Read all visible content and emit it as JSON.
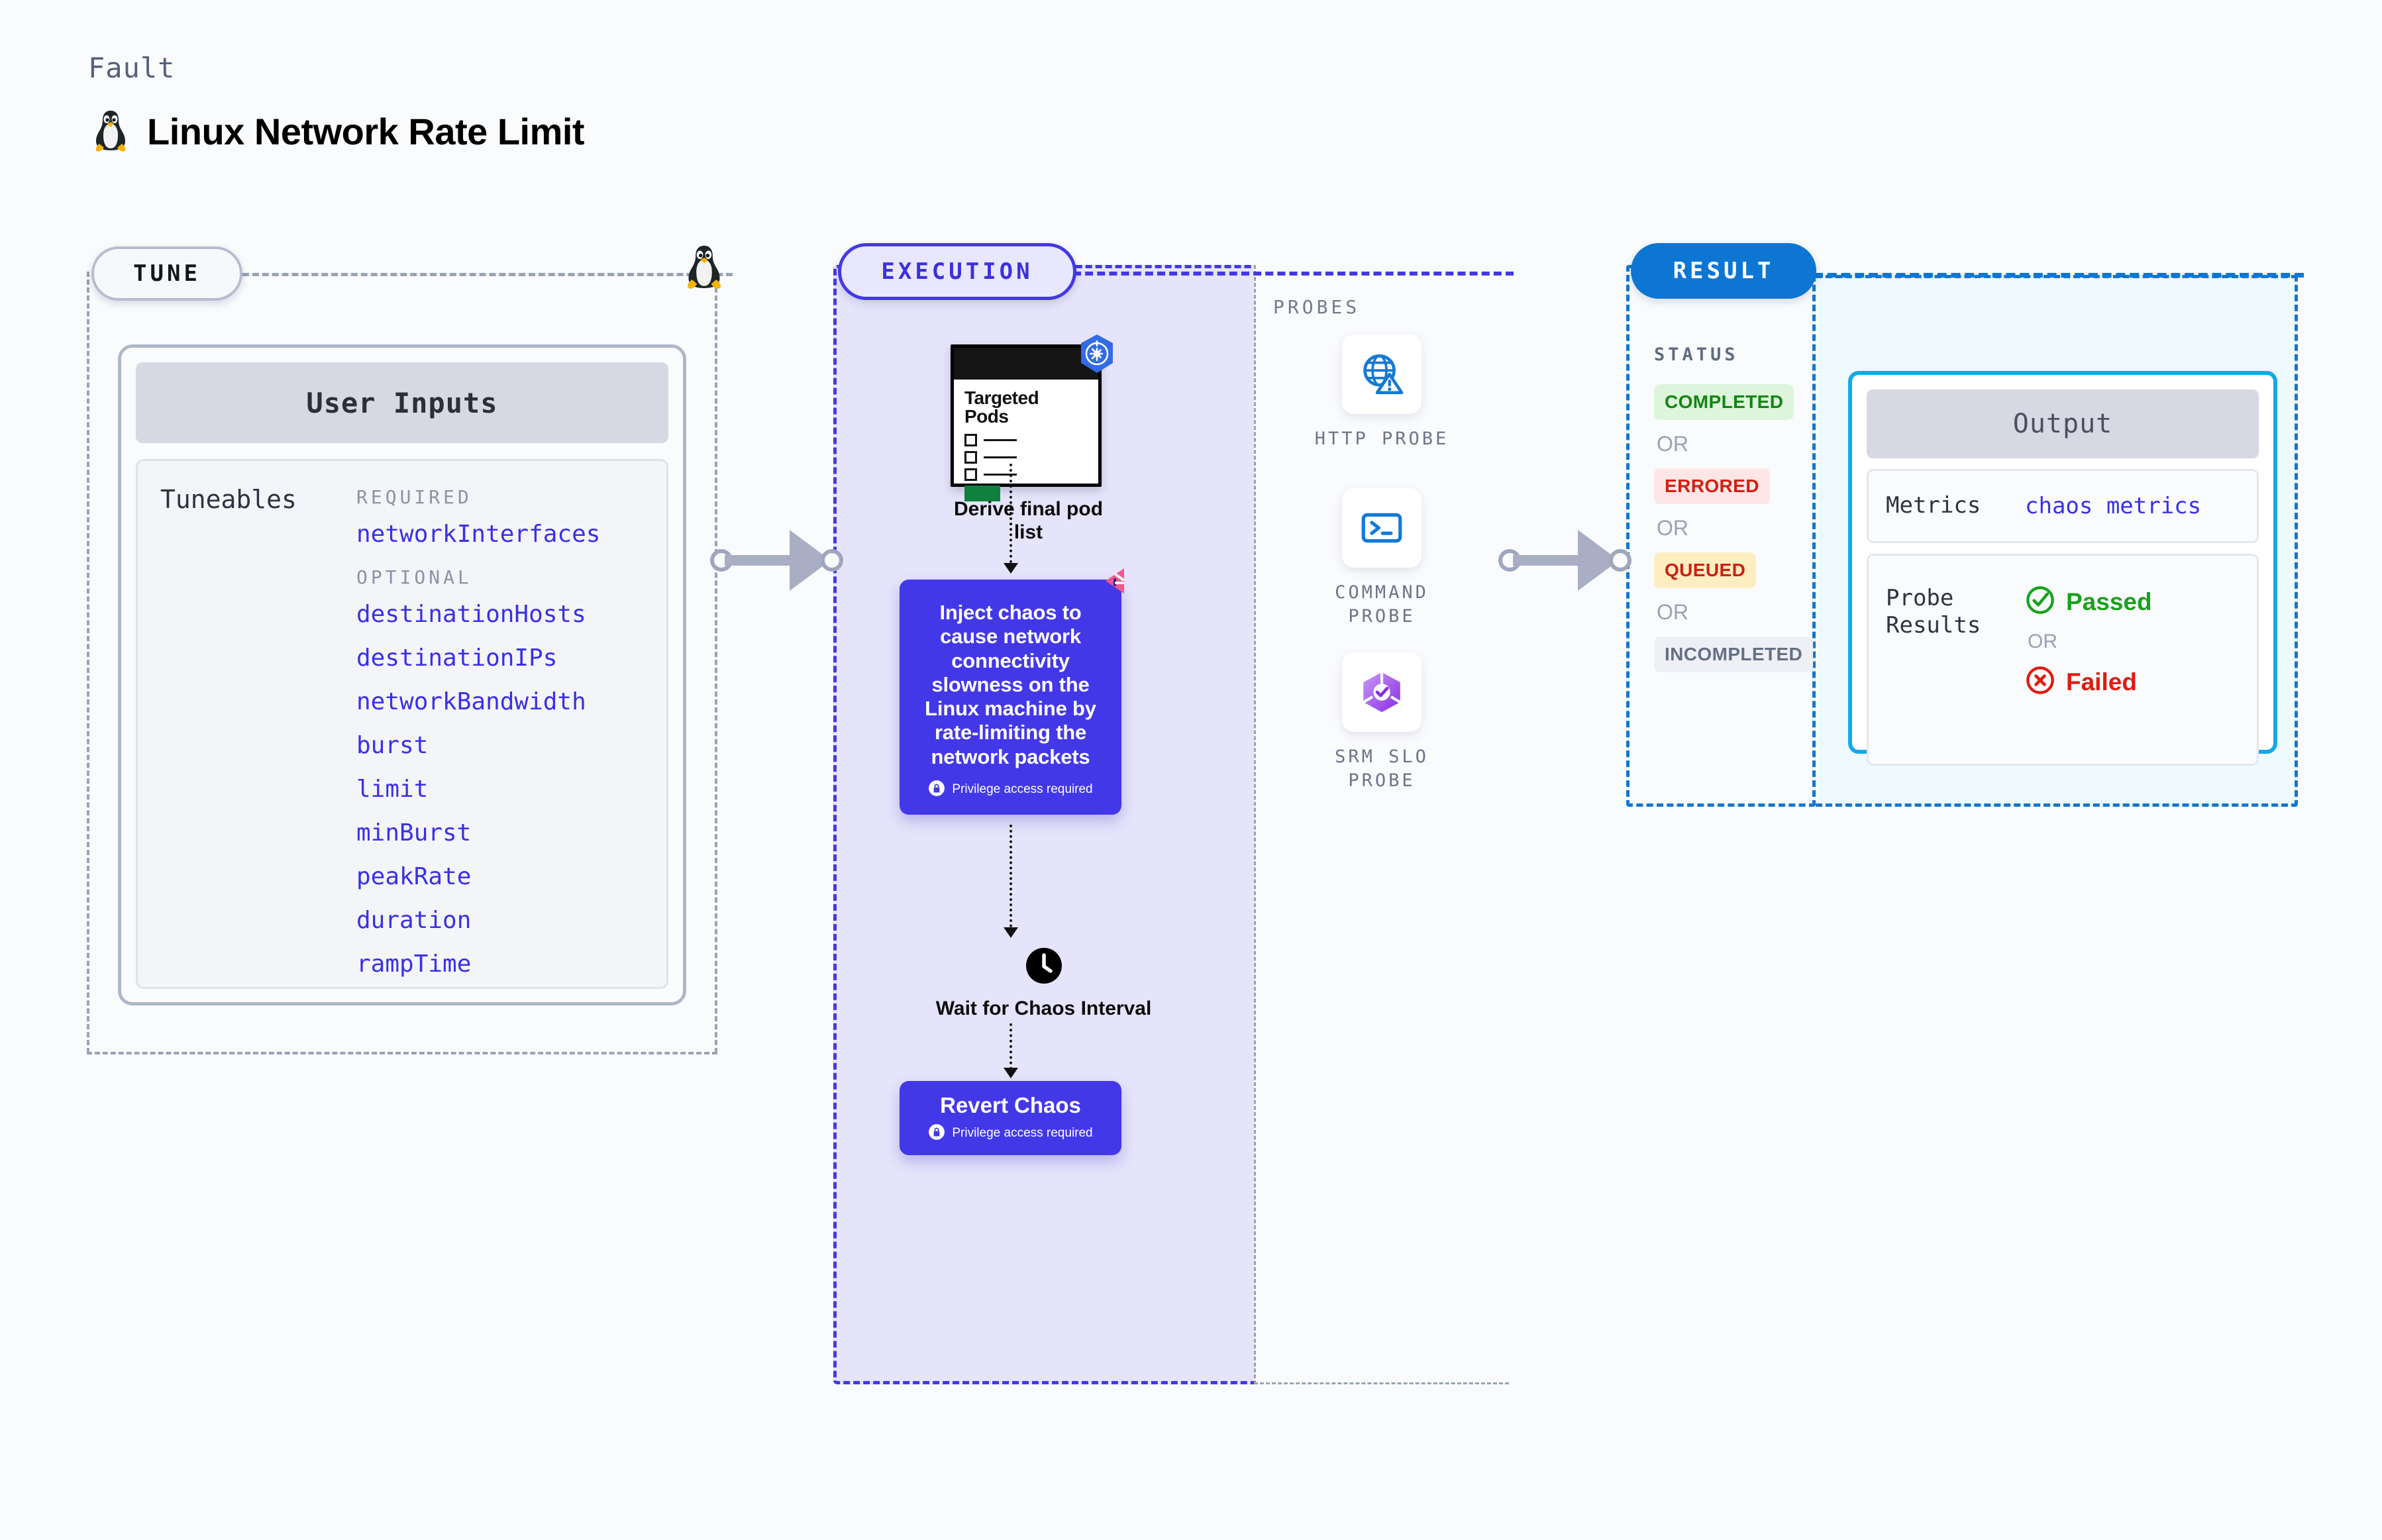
{
  "header": {
    "eyebrow": "Fault",
    "title": "Linux Network Rate Limit",
    "icon": "linux-tux-icon"
  },
  "stages": {
    "tune": {
      "label": "TUNE"
    },
    "execution": {
      "label": "EXECUTION"
    },
    "result": {
      "label": "RESULT"
    }
  },
  "tune": {
    "card_title": "User Inputs",
    "tuneables_label": "Tuneables",
    "groups": [
      {
        "title": "REQUIRED",
        "items": [
          "networkInterfaces"
        ]
      },
      {
        "title": "OPTIONAL",
        "items": [
          "destinationHosts",
          "destinationIPs",
          "networkBandwidth",
          "burst",
          "limit",
          "minBurst",
          "peakRate",
          "duration",
          "rampTime"
        ]
      }
    ]
  },
  "execution": {
    "pods_node": {
      "card_title_line1": "Targeted",
      "card_title_line2": "Pods",
      "caption": "Derive final pod list",
      "badge_icon": "kubernetes-helm-icon"
    },
    "inject_node": {
      "text": "Inject chaos to cause network connectivity slowness on the Linux machine by rate-limiting the network packets",
      "privilege_note": "Privilege access required",
      "privilege_icon": "lock-icon",
      "badge_icon": "litmus-chaos-icon"
    },
    "wait_node": {
      "caption": "Wait for Chaos Interval",
      "icon": "clock-icon"
    },
    "revert_node": {
      "title": "Revert Chaos",
      "privilege_note": "Privilege access required",
      "privilege_icon": "lock-icon"
    }
  },
  "probes": {
    "label": "PROBES",
    "items": [
      {
        "name": "HTTP  PROBE",
        "icon": "globe-warning-icon"
      },
      {
        "name": "COMMAND PROBE",
        "icon": "terminal-icon"
      },
      {
        "name": "SRM SLO PROBE",
        "icon": "slo-gauge-check-icon"
      }
    ]
  },
  "result": {
    "status_label": "STATUS",
    "or_label": "OR",
    "statuses": [
      {
        "label": "COMPLETED",
        "style": "sb-completed"
      },
      {
        "label": "ERRORED",
        "style": "sb-errored"
      },
      {
        "label": "QUEUED",
        "style": "sb-queued"
      },
      {
        "label": "INCOMPLETED",
        "style": "sb-incompleted"
      }
    ],
    "output": {
      "title": "Output",
      "metrics_key": "Metrics",
      "metrics_value": "chaos metrics",
      "probe_key_line1": "Probe",
      "probe_key_line2": "Results",
      "passed_label": "Passed",
      "passed_icon": "check-circle-icon",
      "failed_label": "Failed",
      "failed_icon": "x-circle-icon",
      "or_label": "OR"
    }
  },
  "colors": {
    "accent_purple": "#4338e8",
    "accent_blue": "#0d76d3",
    "accent_cyan": "#13a9e8",
    "gray_dash": "#9aa3b5",
    "pass_green": "#17a31b",
    "fail_red": "#e01b0f"
  }
}
